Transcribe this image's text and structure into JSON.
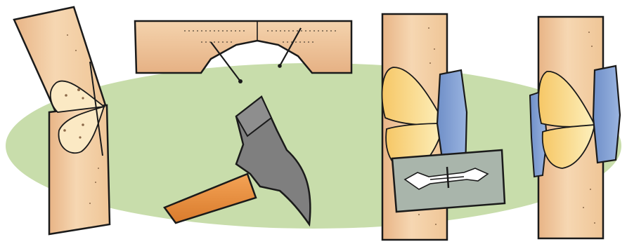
{
  "illustration": {
    "panels": [
      {
        "id": "bent-stick-with-leaf-cuts"
      },
      {
        "id": "v-notch-cut-with-nails"
      },
      {
        "id": "hammer"
      },
      {
        "id": "stick-with-blue-splint-and-razor-blade"
      },
      {
        "id": "stick-with-blue-splints-both-sides"
      }
    ]
  },
  "colors": {
    "background_ellipse": "#c8ddab",
    "wood": "#f2cfa6",
    "wood_shadow": "#e2a876",
    "leaf": "#fbe9a8",
    "leaf_shade": "#f5c463",
    "splint": "#7f9ed2",
    "hammer_head": "#7f7f7f",
    "hammer_handle": "#e99043",
    "razor_blade": "#a9b5ab",
    "outline": "#1a1a1a"
  },
  "icons": [
    "stick-icon",
    "hammer-icon",
    "razor-blade-icon",
    "splint-icon",
    "nail-icon"
  ]
}
